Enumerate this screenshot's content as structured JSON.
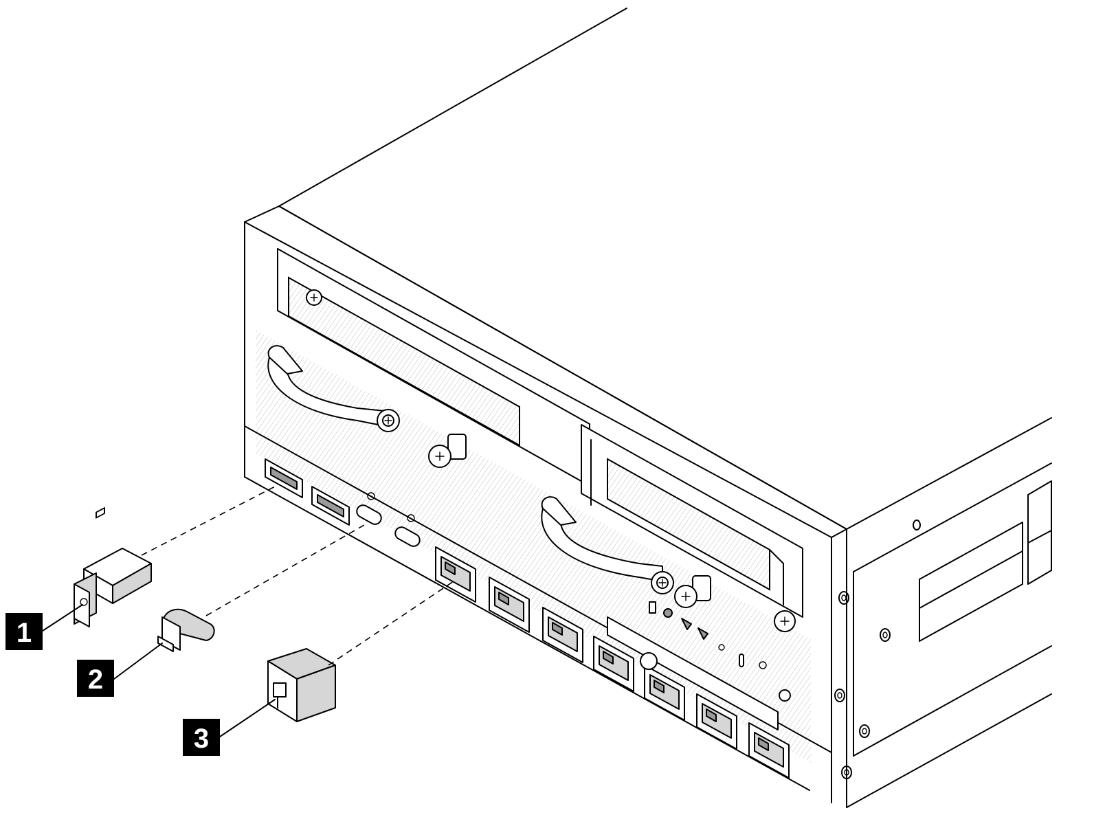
{
  "callouts": [
    {
      "label": "1"
    },
    {
      "label": "2"
    },
    {
      "label": "3"
    }
  ],
  "colors": {
    "line": "#000000",
    "callout_background": "#000000",
    "callout_text": "#ffffff",
    "shading": "#d6d6d6"
  }
}
